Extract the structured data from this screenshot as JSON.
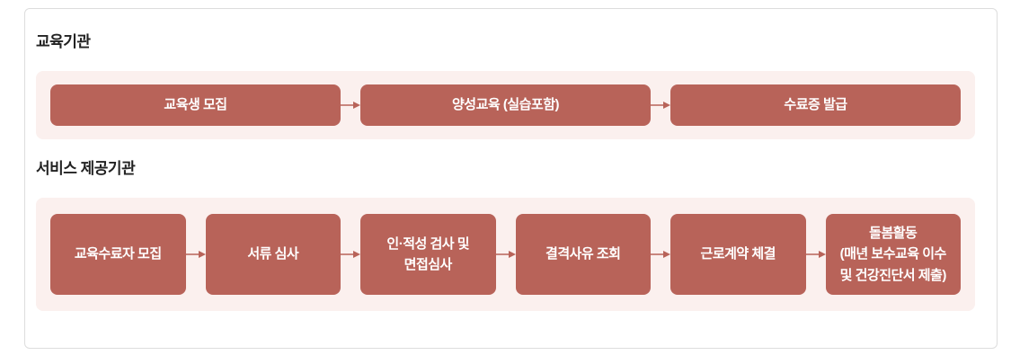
{
  "colors": {
    "box": "#b86359",
    "band": "#fbf0ee",
    "border": "#dddddd",
    "heading": "#222222",
    "arrow": "#b86359",
    "box_text": "#ffffff"
  },
  "sections": [
    {
      "heading": "교육기관",
      "steps": [
        "교육생 모집",
        "양성교육 (실습포함)",
        "수료증 발급"
      ]
    },
    {
      "heading": "서비스 제공기관",
      "steps": [
        "교육수료자 모집",
        "서류 심사",
        "인·적성 검사 및\n면접심사",
        "결격사유 조회",
        "근로계약 체결",
        "돌봄활동\n(매년 보수교육 이수\n및 건강진단서 제출)"
      ]
    }
  ]
}
